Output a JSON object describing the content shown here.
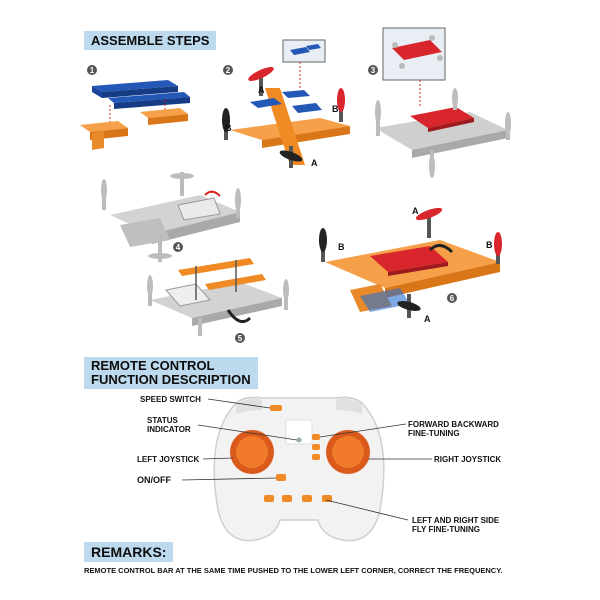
{
  "headers": {
    "assemble": "ASSEMBLE STEPS",
    "remote_line1": "REMOTE CONTROL",
    "remote_line2": "FUNCTION DESCRIPTION",
    "remarks": "REMARKS:"
  },
  "remarks_text": "REMOTE CONTROL BAR AT THE SAME TIME PUSHED TO THE LOWER LEFT CORNER, CORRECT THE FREQUENCY.",
  "steps": [
    "1",
    "2",
    "3",
    "4",
    "5",
    "6"
  ],
  "motor_labels": {
    "a": "A",
    "b": "B"
  },
  "remote_labels": {
    "speed_switch": "SPEED SWITCH",
    "status_line1": "STATUS",
    "status_line2": "INDICATOR",
    "left_joystick": "LEFT JOYSTICK",
    "on_off": "ON/OFF",
    "fb_line1": "FORWARD BACKWARD",
    "fb_line2": "FINE-TUNING",
    "right_joystick": "RIGHT JOYSTICK",
    "lr_line1": "LEFT AND RIGHT SIDE",
    "lr_line2": "FLY FINE-TUNING"
  },
  "colors": {
    "header_bg": "#bcd9ee",
    "orange": "#f08a24",
    "blue": "#1f4fa8",
    "red_board": "#d8262c",
    "gray_frame": "#c9c9c9",
    "remote_body": "#f2f2f2"
  }
}
